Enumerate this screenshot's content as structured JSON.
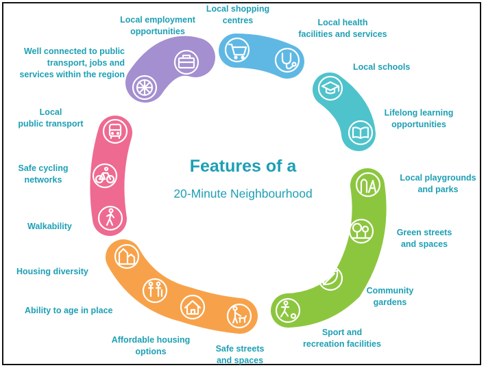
{
  "title": "Features of a",
  "subtitle": "20-Minute Neighbourhood",
  "colors": {
    "text": "#1d9fb4",
    "purple": "#a48fd0",
    "blue": "#5fb8e4",
    "teal": "#4fc3cc",
    "green": "#8cc63f",
    "orange": "#f7a24a",
    "pink": "#ee6a91"
  },
  "labels": {
    "shopping": "Local shopping\ncentres",
    "health": "Local health\nfacilities and services",
    "schools": "Local schools",
    "lifelong": "Lifelong learning\nopportunities",
    "playgrounds": "Local playgrounds\nand parks",
    "green_streets": "Green streets\nand spaces",
    "gardens": "Community\ngardens",
    "sport": "Sport and\nrecreation facilities",
    "safe_streets": "Safe streets\nand spaces",
    "affordable": "Affordable housing\noptions",
    "age": "Ability to age in place",
    "diversity": "Housing diversity",
    "walkability": "Walkability",
    "cycling": "Safe cycling\nnetworks",
    "transport": "Local\npublic transport",
    "connected": "Well connected to public\ntransport, jobs and\nservices within the region",
    "employment": "Local employment\nopportunities"
  },
  "icons": {
    "shopping": "shopping-cart-icon",
    "health": "stethoscope-icon",
    "schools": "graduation-cap-icon",
    "lifelong": "open-book-icon",
    "playgrounds": "playground-icon",
    "green_streets": "trees-icon",
    "gardens": "leaf-icon",
    "sport": "soccer-player-icon",
    "safe_streets": "person-with-dog-icon",
    "affordable": "house-icon",
    "age": "family-icon",
    "diversity": "houses-icon",
    "walkability": "walking-person-icon",
    "cycling": "bicycle-icon",
    "transport": "bus-icon",
    "connected": "network-globe-icon",
    "employment": "briefcase-icon"
  }
}
